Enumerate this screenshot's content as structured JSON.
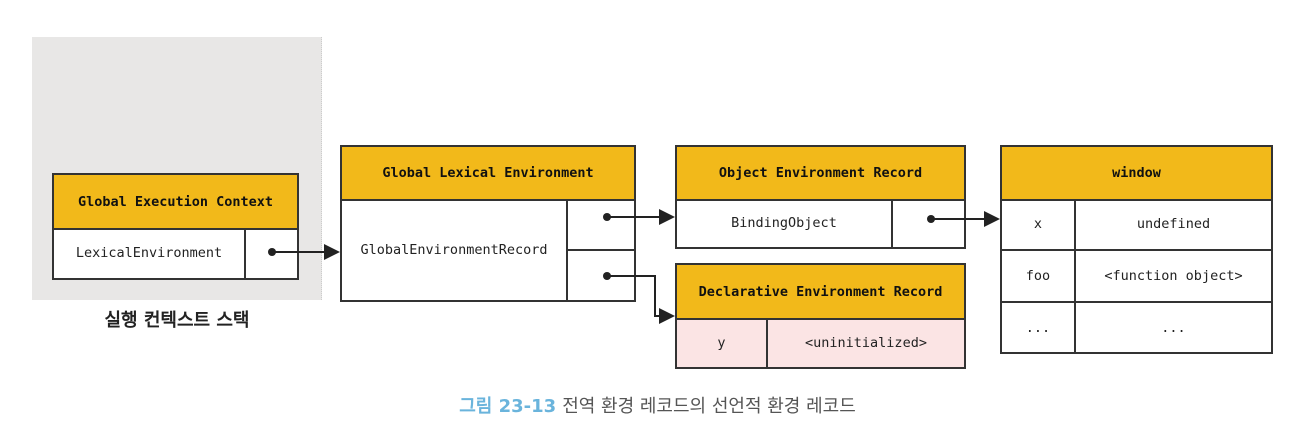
{
  "stack_label": "실행 컨텍스트 스택",
  "gec": {
    "title": "Global Execution Context",
    "field": "LexicalEnvironment"
  },
  "gle": {
    "title": "Global Lexical Environment",
    "field": "GlobalEnvironmentRecord"
  },
  "oer": {
    "title": "Object Environment Record",
    "field": "BindingObject"
  },
  "der": {
    "title": "Declarative Environment Record",
    "rows": [
      {
        "key": "y",
        "value": "<uninitialized>"
      }
    ]
  },
  "window": {
    "title": "window",
    "rows": [
      {
        "key": "x",
        "value": "undefined"
      },
      {
        "key": "foo",
        "value": "<function object>"
      },
      {
        "key": "...",
        "value": "..."
      }
    ]
  },
  "caption": {
    "number": "그림 23-13",
    "text": "전역 환경 레코드의 선언적 환경 레코드"
  },
  "colors": {
    "header": "#f2b91a",
    "pink": "#fbe4e4",
    "caption_num": "#6ab4dc"
  }
}
